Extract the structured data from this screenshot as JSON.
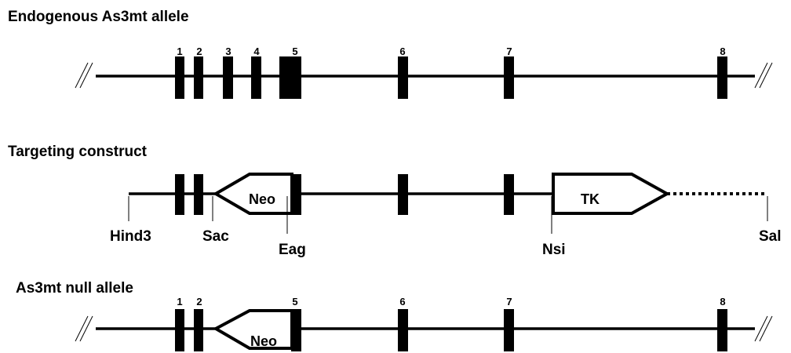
{
  "colors": {
    "background": "#ffffff",
    "ink": "#000000"
  },
  "endogenous": {
    "title": "Endogenous As3mt allele",
    "exons": [
      "1",
      "2",
      "3",
      "4",
      "5",
      "6",
      "7",
      "8"
    ]
  },
  "construct": {
    "title": "Targeting construct",
    "neo_label": "Neo",
    "tk_label": "TK",
    "sites": [
      "Hind3",
      "Sac",
      "Eag",
      "Nsi",
      "Sal"
    ]
  },
  "null_allele": {
    "title": "As3mt null allele",
    "exons": [
      "1",
      "2",
      "5",
      "6",
      "7",
      "8"
    ],
    "neo_label": "Neo"
  }
}
